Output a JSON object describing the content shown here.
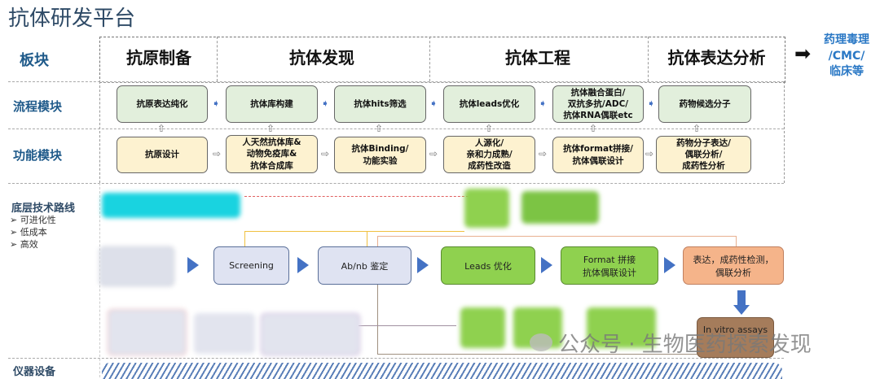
{
  "title": "抗体研发平台",
  "header": {
    "label": "板块",
    "columns": [
      "抗原制备",
      "抗体发现",
      "抗体工程",
      "抗体表达分析"
    ],
    "next": "药理毒理\n/CMC/\n临床等"
  },
  "rows": {
    "process_label": "流程模块",
    "function_label": "功能模块",
    "tech_label": "底层技术路线",
    "tech_bullets": [
      "可进化性",
      "低成本",
      "高效"
    ],
    "equipment_label": "仪器设备"
  },
  "process": [
    "抗原表达纯化",
    "抗体库构建",
    "抗体hits筛选",
    "抗体leads优化",
    "抗体融合蛋白/\n双抗多抗/ADC/\n抗体RNA偶联etc",
    "药物候选分子"
  ],
  "functions": [
    "抗原设计",
    "人天然抗体库&\n动物免疫库&\n抗体合成库",
    "抗体Binding/\n功能实验",
    "人源化/\n亲和力成熟/\n成药性改造",
    "抗体format拼接/\n抗体偶联设计",
    "药物分子表达/\n偶联分析/\n成药性分析"
  ],
  "flow": [
    "Screening",
    "Ab/nb 鉴定",
    "Leads 优化",
    "Format 拼接\n抗体偶联设计",
    "表达，成药性检测，\n偶联分析",
    "In vitro assays"
  ],
  "watermark": "公众号 · 生物医药探索发现",
  "colors": {
    "green": "#e2efdc",
    "yellow": "#fdf2d0",
    "leads": "#8fd14f",
    "express": "#f5b48a",
    "vitro": "#a57c5b",
    "cyan": "#19d3e0",
    "arrow": "#4472c4"
  }
}
